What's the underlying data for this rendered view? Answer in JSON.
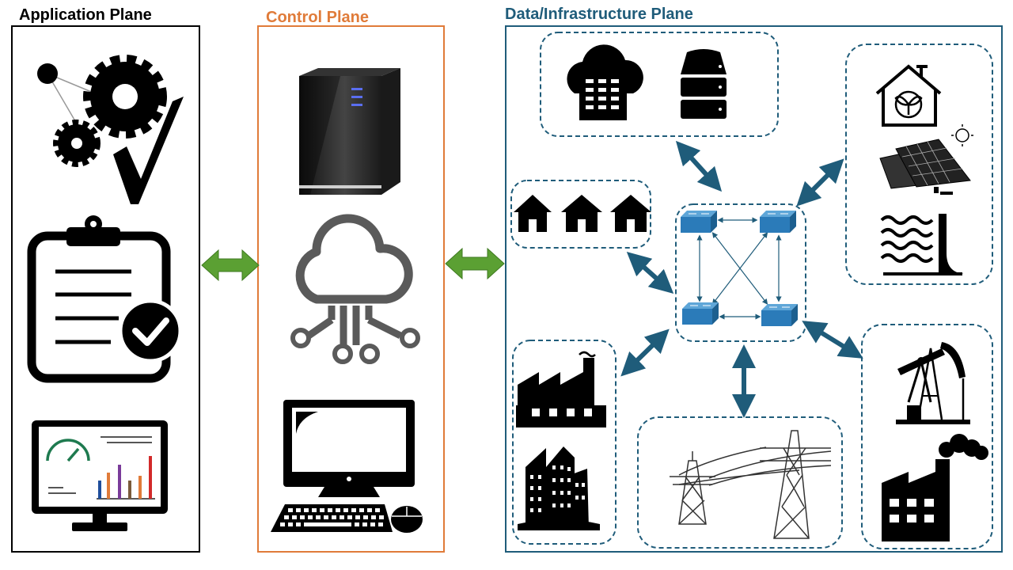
{
  "planes": {
    "application": {
      "title": "Application Plane",
      "color": "#000000"
    },
    "control": {
      "title": "Control Plane",
      "color": "#E07B39"
    },
    "data": {
      "title": "Data/Infrastructure Plane",
      "color": "#1F5C7A"
    }
  },
  "colors": {
    "bidirectional_arrow": "#5BA033",
    "connector_arrow": "#1F5C7A",
    "switch_fill": "#2B7BB9",
    "gauge": "#1E7A4F",
    "bars": [
      "#1F4E9C",
      "#E07B39",
      "#7A3B9A",
      "#7A5A3A",
      "#E07B39",
      "#D22A2A"
    ]
  },
  "icons": {
    "application": [
      "gears-check-icon",
      "clipboard-check-icon",
      "dashboard-monitor-icon"
    ],
    "control": [
      "server-tower-icon",
      "cloud-network-icon",
      "desktop-computer-icon"
    ],
    "data": [
      "cloud-datacenter-icon",
      "server-stack-icon",
      "houses-icon",
      "smart-home-icon",
      "solar-panel-icon",
      "hydro-dam-icon",
      "factory-icon",
      "city-buildings-icon",
      "power-transmission-tower-icon",
      "oil-pumpjack-icon",
      "industrial-plant-icon",
      "network-switch-icon"
    ]
  }
}
